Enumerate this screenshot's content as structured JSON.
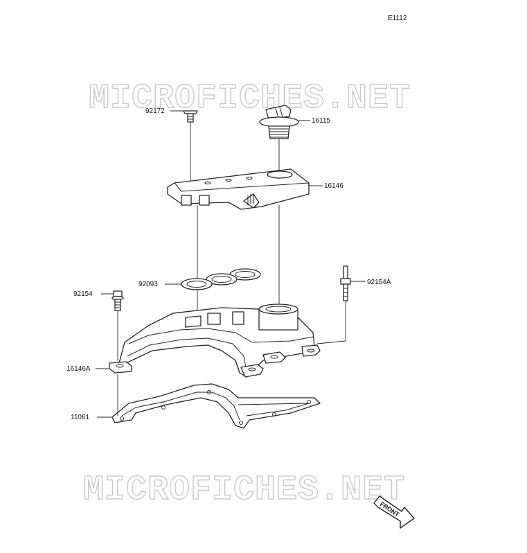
{
  "diagram_code": "E1112",
  "watermark": "MICROFICHES.NET",
  "front_arrow_label": "FRONT",
  "callouts": {
    "p92172": "92172",
    "p16115": "16115",
    "p16146": "16146",
    "p92093": "92093",
    "p92154": "92154",
    "p92154A": "92154A",
    "p16146A": "16146A",
    "p11061": "11061"
  }
}
